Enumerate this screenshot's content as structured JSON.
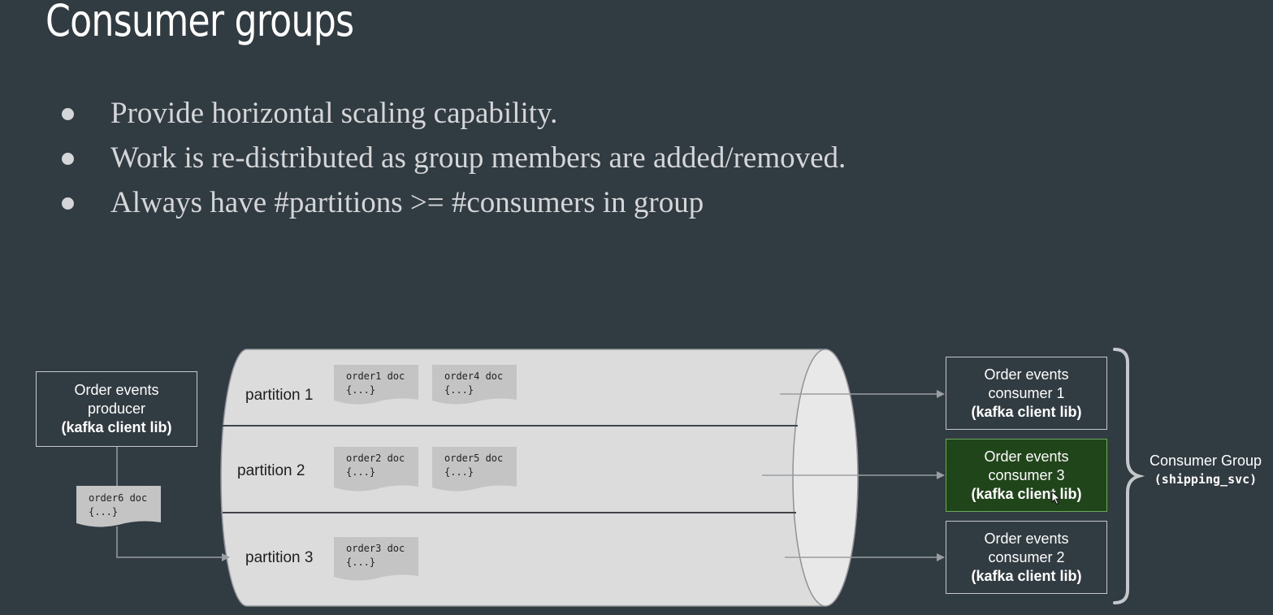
{
  "slide": {
    "title": "Consumer groups",
    "bullets": [
      "Provide horizontal scaling capability.",
      "Work is re-distributed as group members are added/removed.",
      "Always have #partitions >= #consumers in group"
    ]
  },
  "producer": {
    "line1": "Order events",
    "line2": "producer",
    "lib": "(kafka client lib)"
  },
  "topic": {
    "partitions": [
      {
        "label": "partition 1",
        "docs": [
          "order1 doc",
          "order4 doc"
        ]
      },
      {
        "label": "partition 2",
        "docs": [
          "order2 doc",
          "order5 doc"
        ]
      },
      {
        "label": "partition 3",
        "docs": [
          "order3 doc"
        ]
      }
    ],
    "doc_body": "{...}"
  },
  "incoming_doc": {
    "name": "order6 doc",
    "body": "{...}"
  },
  "consumers": [
    {
      "line1": "Order events",
      "line2": "consumer 1",
      "lib": "(kafka client lib)",
      "active": false
    },
    {
      "line1": "Order events",
      "line2": "consumer 3",
      "lib": "(kafka client lib)",
      "active": true
    },
    {
      "line1": "Order events",
      "line2": "consumer 2",
      "lib": "(kafka client lib)",
      "active": false
    }
  ],
  "group": {
    "label": "Consumer Group",
    "name": "(shipping_svc)"
  },
  "colors": {
    "background": "#313b42",
    "active_consumer": "#21451a",
    "active_border": "#6ea85f",
    "cylinder": "#dcdcdc",
    "doc": "#c4c4c4"
  },
  "icons": {
    "cursor": "mouse-pointer-icon",
    "brace": "right-brace-icon"
  }
}
